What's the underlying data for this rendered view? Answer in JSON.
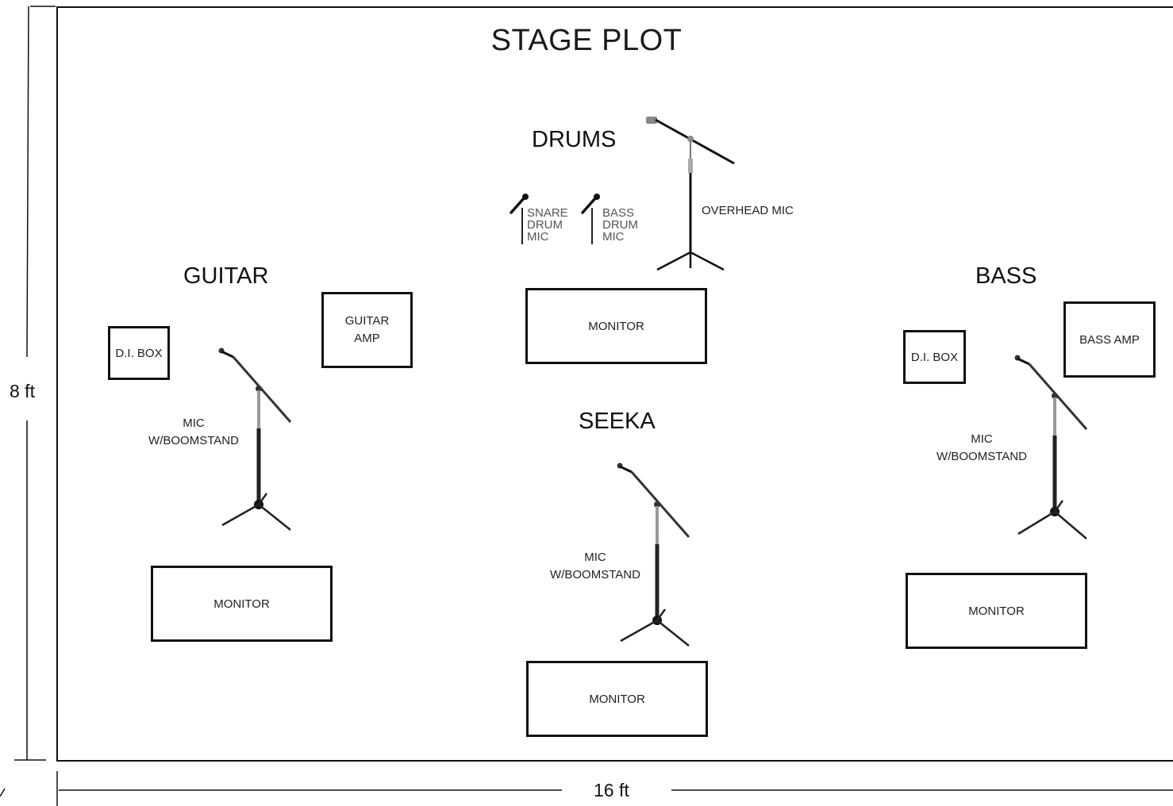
{
  "title": "STAGE PLOT",
  "dimensions": {
    "height": "8 ft",
    "width": "16 ft"
  },
  "sections": {
    "drums": "DRUMS",
    "guitar": "GUITAR",
    "bass": "BASS",
    "seeka": "SEEKA"
  },
  "drums": {
    "snare_mic": "SNARE\nDRUM\nMIC",
    "bass_drum_mic": "BASS\nDRUM\nMIC",
    "overhead_mic": "OVERHEAD MIC",
    "monitor": "MONITOR"
  },
  "guitar": {
    "di_box": "D.I. BOX",
    "amp": "GUITAR\nAMP",
    "mic": "MIC\nW/BOOMSTAND",
    "monitor": "MONITOR"
  },
  "seeka": {
    "mic": "MIC\nW/BOOMSTAND",
    "monitor": "MONITOR"
  },
  "bass": {
    "di_box": "D.I. BOX",
    "amp": "BASS AMP",
    "mic": "MIC\nW/BOOMSTAND",
    "monitor": "MONITOR"
  }
}
